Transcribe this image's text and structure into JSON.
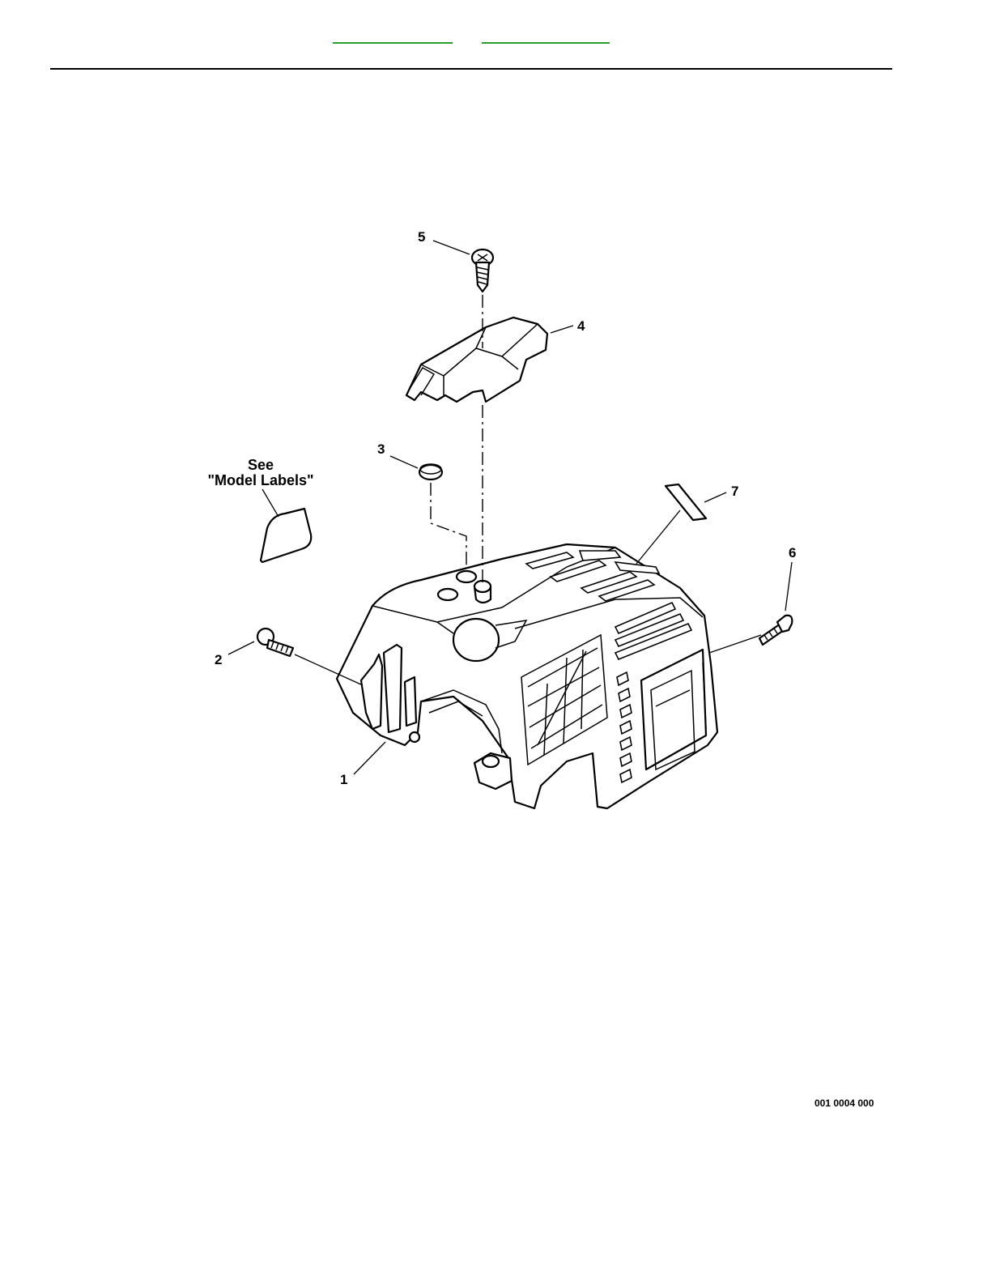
{
  "header": {
    "link_left_label": "",
    "link_right_label": ""
  },
  "diagram": {
    "callouts": [
      "1",
      "2",
      "3",
      "4",
      "5",
      "6",
      "7"
    ],
    "note_line1": "See",
    "note_line2": "\"Model Labels\"",
    "link_color": "#2aa02a"
  },
  "footer": {
    "figure_number": "001 0004 000"
  }
}
